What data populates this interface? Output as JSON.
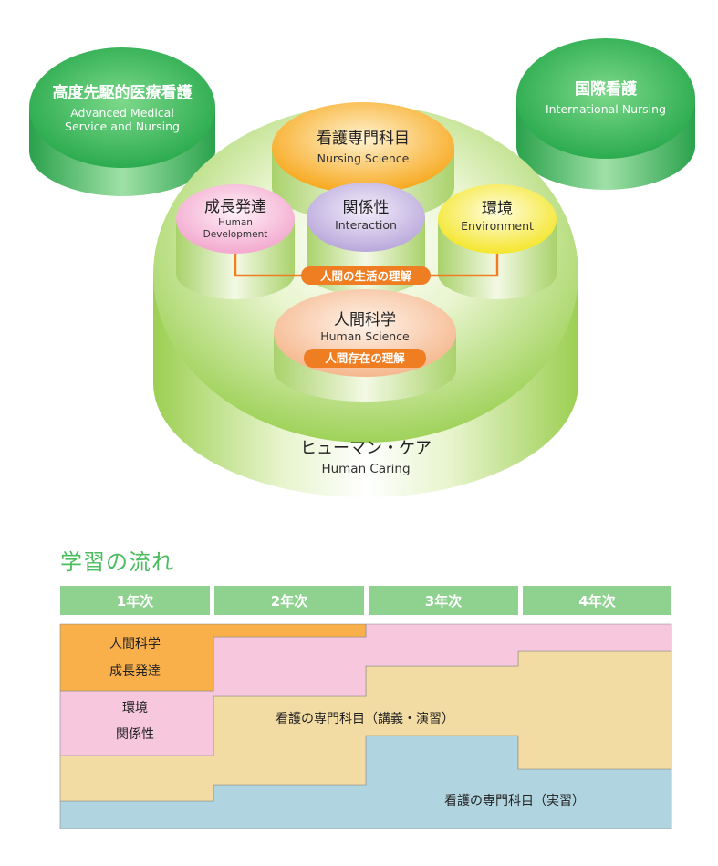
{
  "diagram": {
    "left_circle": {
      "jp": "高度先駆的医療看護",
      "en_line1": "Advanced Medical",
      "en_line2": "Service and Nursing"
    },
    "right_circle": {
      "jp": "国際看護",
      "en": "International Nursing"
    },
    "nursing_science": {
      "jp": "看護専門科目",
      "en": "Nursing Science"
    },
    "human_development": {
      "jp": "成長発達",
      "en_line1": "Human",
      "en_line2": "Development"
    },
    "interaction": {
      "jp": "関係性",
      "en": "Interaction"
    },
    "environment": {
      "jp": "環境",
      "en": "Environment"
    },
    "life_label": "人間の生活の理解",
    "human_science": {
      "jp": "人間科学",
      "en": "Human Science"
    },
    "existence_label": "人間存在の理解",
    "human_caring": {
      "jp": "ヒューマン・ケア",
      "en": "Human Caring"
    }
  },
  "flow": {
    "title": "学習の流れ",
    "years": [
      "1年次",
      "2年次",
      "3年次",
      "4年次"
    ],
    "bands": {
      "human_science": {
        "line1": "人間科学",
        "line2": "成長発達"
      },
      "environment": {
        "line1": "環境",
        "line2": "関係性"
      },
      "lecture": "看護の専門科目（講義・演習）",
      "practicum": "看護の専門科目（実習）"
    },
    "colors": {
      "orange": "#f9b04a",
      "pink": "#f6c7dd",
      "beige": "#f2dca3",
      "blue": "#b1d5e0",
      "header": "#8fd18f"
    }
  }
}
